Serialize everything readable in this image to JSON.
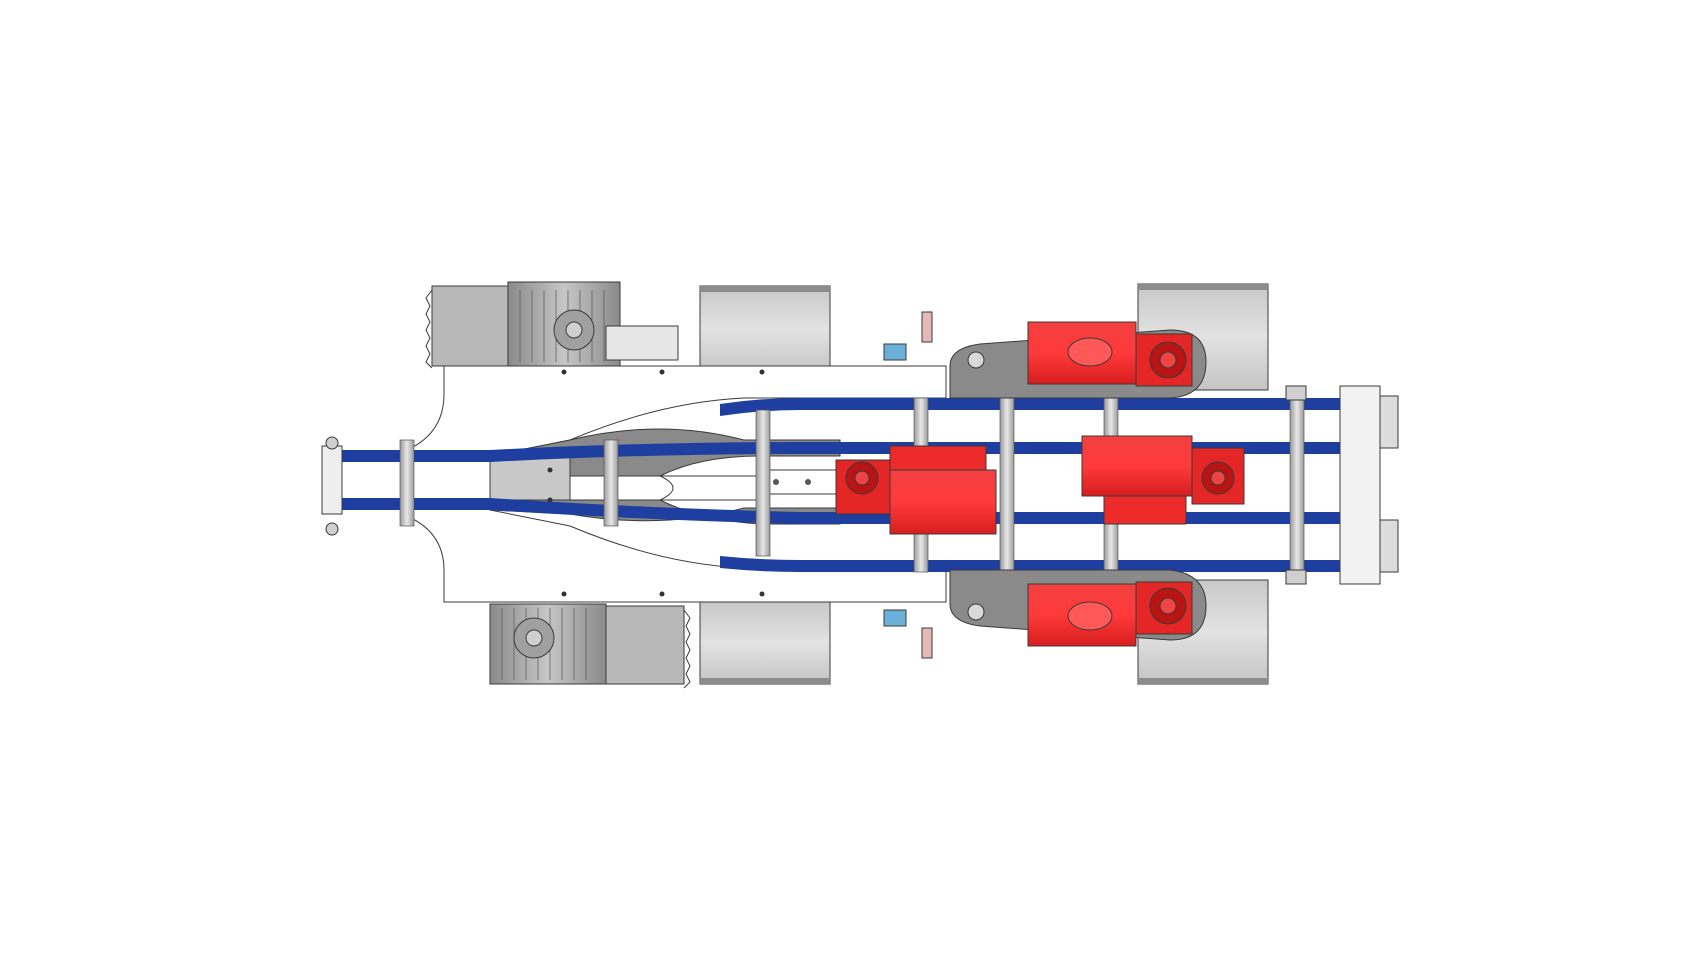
{
  "drawing": {
    "subject": "conveyor-frame-top-view",
    "colors": {
      "background": "#ffffff",
      "frame_plate": "#ffffff",
      "frame_outline": "#3a3a3a",
      "belt": "#1f3fa0",
      "belt_highlight": "#3a5cc8",
      "rail_grey": "#8a8a8a",
      "rail_grey_light": "#b4b4b4",
      "motor_red": "#ee2b2b",
      "motor_red_dark": "#b81414",
      "motor_grey": "#9c9c9c",
      "housing_grey": "#d4d4d4",
      "roller": "#bdbdbd",
      "accent_blue": "#6ab0d8",
      "accent_pink": "#e7b8b8"
    },
    "components": {
      "belts": 4,
      "red_gear_motors": 4,
      "grey_motors": 2,
      "side_housings": 4
    }
  }
}
